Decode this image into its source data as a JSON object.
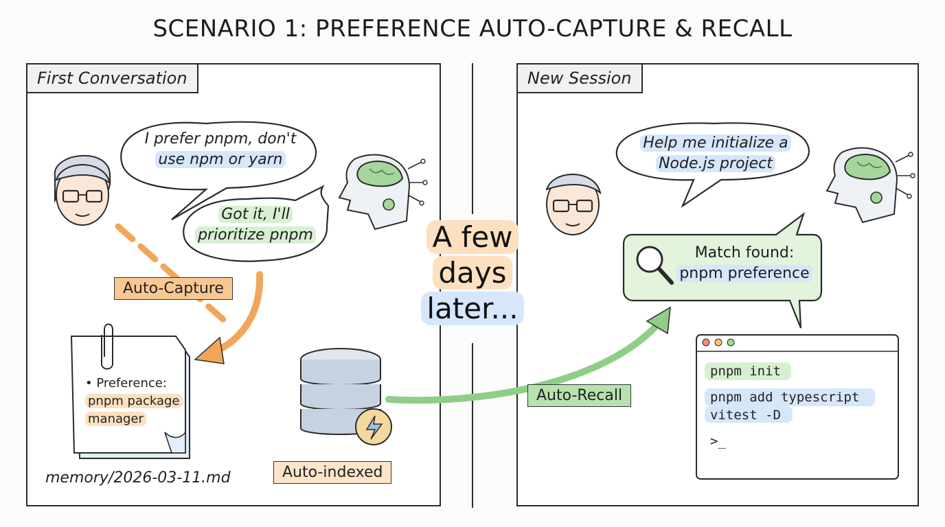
{
  "title": "SCENARIO 1: PREFERENCE AUTO-CAPTURE & RECALL",
  "left_panel": {
    "tab": "First Conversation",
    "user_bubble": [
      "I prefer pnpm, don't",
      "use npm or yarn"
    ],
    "ai_bubble": [
      "Got it, I'll",
      "prioritize pnpm"
    ],
    "capture_label": "Auto-Capture",
    "note_lines": [
      "• Preference:",
      "pnpm package",
      "manager"
    ],
    "file_name": "memory/2026-03-11.md",
    "index_label": "Auto-indexed"
  },
  "middle": {
    "lines": [
      "A few",
      "days",
      "later..."
    ],
    "recall_label": "Auto-Recall"
  },
  "right_panel": {
    "tab": "New Session",
    "user_bubble": [
      "Help me initialize a",
      "Node.js project"
    ],
    "match_bubble": [
      "Match found:",
      "pnpm preference"
    ],
    "terminal_lines": [
      "pnpm init",
      "pnpm add typescript",
      "vitest -D",
      ">_"
    ]
  },
  "colors": {
    "orange": "#f2a65a",
    "green": "#8fce86",
    "blue": "#d6e6fb",
    "ink": "#2a2a2a"
  }
}
